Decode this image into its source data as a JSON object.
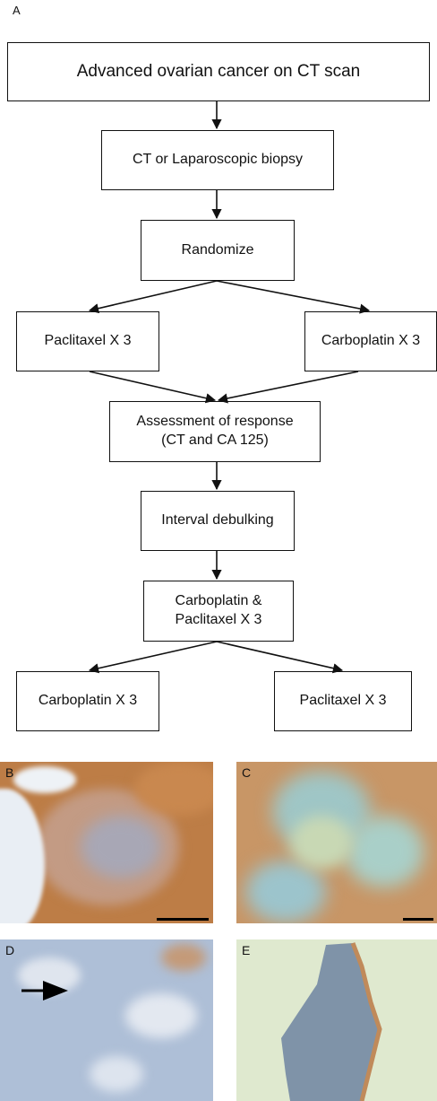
{
  "panel_a": {
    "label": "A",
    "boxes": {
      "advanced": "Advanced ovarian cancer on CT scan",
      "biopsy": "CT or Laparoscopic biopsy",
      "randomize": "Randomize",
      "paclitaxel_arm": "Paclitaxel X 3",
      "carboplatin_arm": "Carboplatin X 3",
      "assessment": "Assessment of response\n(CT and CA 125)",
      "debulking": "Interval debulking",
      "combo": "Carboplatin &\nPaclitaxel X 3",
      "carboplatin_final": "Carboplatin X 3",
      "paclitaxel_final": "Paclitaxel X 3"
    }
  },
  "micrographs": {
    "b": {
      "label": "B"
    },
    "c": {
      "label": "C"
    },
    "d": {
      "label": "D"
    },
    "e": {
      "label": "E"
    }
  },
  "colors": {
    "stain_brown": "#b8733e",
    "stain_blue": "#8fa9cc",
    "background_green": "#dfe9cf"
  }
}
